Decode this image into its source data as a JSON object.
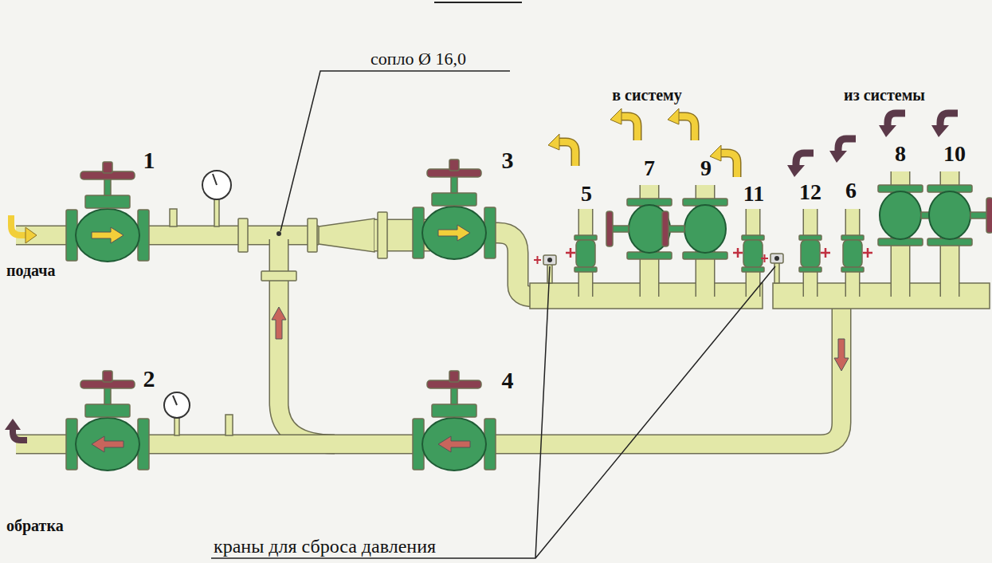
{
  "diagram": {
    "labels": [
      "сопло Ø 16,0",
      "в систему",
      "из системы",
      "1",
      "3",
      "7",
      "9",
      "8",
      "10",
      "5",
      "11",
      "12",
      "6",
      "подача",
      "2",
      "4",
      "обратка",
      "краны для сброса давления"
    ]
  }
}
